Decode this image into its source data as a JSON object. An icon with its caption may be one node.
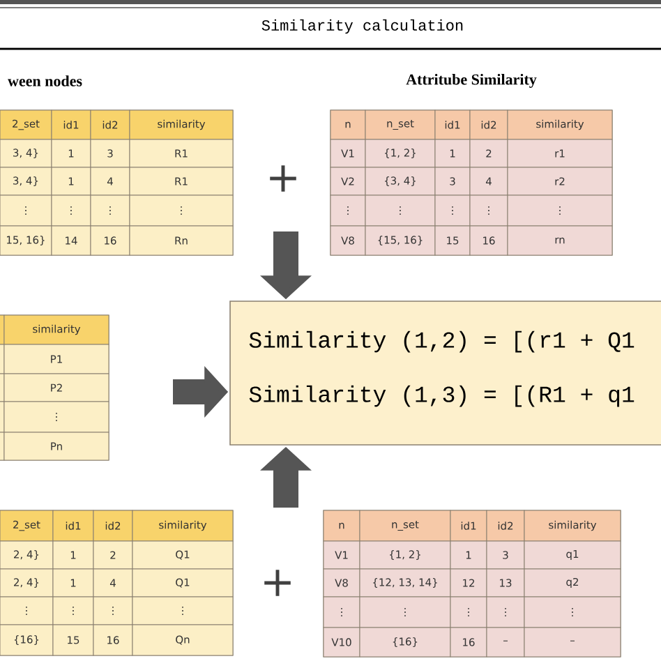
{
  "diagram": {
    "title": "Similarity calculation",
    "nodes": [
      {
        "text": [
          "ween nodes",
          "2_set",
          "id1",
          "id2",
          "similarity",
          "3, 4}",
          "1",
          "3",
          "R1",
          "3, 4}",
          "1",
          "4",
          "R1",
          "⋮",
          "⋮",
          "⋮",
          "⋮",
          "15, 16}",
          "14",
          "16",
          "Rn"
        ]
      },
      {
        "text": [
          "Attritube Similarity",
          "n",
          "n_set",
          "id1",
          "id2",
          "similarity",
          "V1",
          "{1, 2}",
          "1",
          "2",
          "r1",
          "V2",
          "{3, 4}",
          "3",
          "4",
          "r2",
          "⋮",
          "⋮",
          "⋮",
          "⋮",
          "⋮",
          "V8",
          "{15, 16}",
          "15",
          "16",
          "rn"
        ]
      },
      {
        "text": [
          "similarity",
          "P1",
          "P2",
          "⋮",
          "Pn"
        ]
      },
      {
        "text": [
          "Similarity (1,2) = [(r1 + Q1",
          "Similarity (1,3) = [(R1 + q1"
        ]
      },
      {
        "text": [
          "2_set",
          "id1",
          "id2",
          "similarity",
          "2, 4}",
          "1",
          "2",
          "Q1",
          "2, 4}",
          "1",
          "4",
          "Q1",
          "⋮",
          "⋮",
          "⋮",
          "⋮",
          "{16}",
          "15",
          "16",
          "Qn"
        ]
      },
      {
        "text": [
          "n",
          "n_set",
          "id1",
          "id2",
          "similarity",
          "V1",
          "{1, 2}",
          "1",
          "3",
          "q1",
          "V8",
          "{12, 13, 14}",
          "12",
          "13",
          "q2",
          "⋮",
          "⋮",
          "⋮",
          "⋮",
          "⋮",
          "V10",
          "{16}",
          "16",
          "–",
          "–"
        ]
      }
    ],
    "edges": [
      {
        "from": null,
        "to": 3,
        "arrow": "to"
      },
      {
        "from": null,
        "to": 3,
        "arrow": "to"
      },
      {
        "from": null,
        "to": 3,
        "arrow": "to"
      }
    ],
    "labels": [
      "+",
      "+"
    ]
  }
}
